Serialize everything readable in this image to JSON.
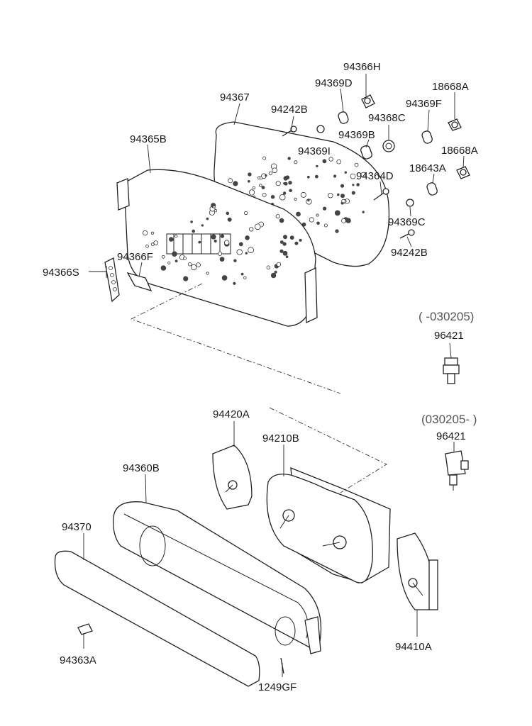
{
  "labels": {
    "p94366H": "94366H",
    "p94369D": "94369D",
    "p18668A_1": "18668A",
    "p94367": "94367",
    "p94242B_1": "94242B",
    "p94368C": "94368C",
    "p94369F": "94369F",
    "p94369B": "94369B",
    "p94369I": "94369I",
    "p18668A_2": "18668A",
    "p94365B": "94365B",
    "p18643A": "18643A",
    "p94364D": "94364D",
    "p94369C": "94369C",
    "p94242B_2": "94242B",
    "p94366F": "94366F",
    "p94366S": "94366S",
    "p96421_1": "96421",
    "p96421_2": "96421",
    "p94420A": "94420A",
    "p94210B": "94210B",
    "p94360B": "94360B",
    "p94370": "94370",
    "p94410A": "94410A",
    "p94363A": "94363A",
    "p1249GF": "1249GF"
  },
  "notes": {
    "before": "( -030205)",
    "after": "(030205- )"
  }
}
